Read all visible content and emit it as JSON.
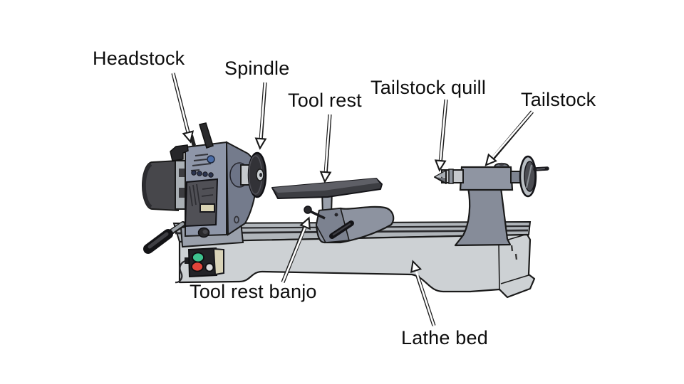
{
  "diagram": {
    "subject": "wood lathe parts",
    "background": "#ffffff",
    "labels": [
      {
        "id": "headstock",
        "text": "Headstock",
        "points_to": "headstock body"
      },
      {
        "id": "spindle",
        "text": "Spindle",
        "points_to": "spindle faceplate"
      },
      {
        "id": "tool-rest",
        "text": "Tool rest",
        "points_to": "tool rest plate"
      },
      {
        "id": "tailstock-quill",
        "text": "Tailstock quill",
        "points_to": "tailstock quill cone"
      },
      {
        "id": "tailstock",
        "text": "Tailstock",
        "points_to": "tailstock body"
      },
      {
        "id": "tool-rest-banjo",
        "text": "Tool rest banjo",
        "points_to": "banjo base"
      },
      {
        "id": "lathe-bed",
        "text": "Lathe bed",
        "points_to": "bed front face"
      }
    ],
    "colors": {
      "label_text": "#0d0d0d",
      "outline": "#1a1a1a",
      "headstock_body": "#8e96a8",
      "machine_gray": "#878d9a",
      "bed_light": "#cdd1d4",
      "rail_band": "#b0b5ba",
      "dark_parts": "#3c3d42",
      "green_button": "#3ec38f",
      "red_button": "#e0453a",
      "display_beige": "#d9d3b4",
      "emblem_blue": "#4a6da8"
    }
  }
}
